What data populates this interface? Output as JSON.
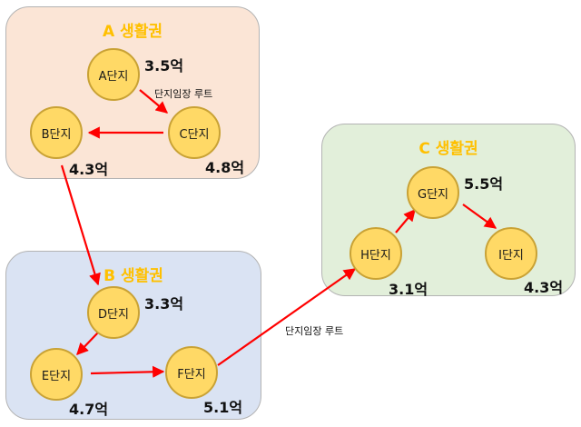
{
  "zones": {
    "a": {
      "title": "A 생활권"
    },
    "b": {
      "title": "B 생활권"
    },
    "c": {
      "title": "C 생활권"
    }
  },
  "nodes": {
    "a": {
      "label": "A단지",
      "value": "3.5억"
    },
    "b": {
      "label": "B단지",
      "value": "4.3억"
    },
    "c": {
      "label": "C단지",
      "value": "4.8억"
    },
    "d": {
      "label": "D단지",
      "value": "3.3억"
    },
    "e": {
      "label": "E단지",
      "value": "4.7억"
    },
    "f": {
      "label": "F단지",
      "value": "5.1억"
    },
    "g": {
      "label": "G단지",
      "value": "5.5억"
    },
    "h": {
      "label": "H단지",
      "value": "3.1억"
    },
    "i": {
      "label": "I단지",
      "value": "4.3억"
    }
  },
  "routes": {
    "top_label": "단지임장 루트",
    "middle_label": "단지임장 루트"
  },
  "colors": {
    "arrow": "#ff0000",
    "zone_title": "#ffc000",
    "node_fill": "#ffd966",
    "zone_a": "#fbe5d6",
    "zone_b": "#dae3f3",
    "zone_c": "#e2efda"
  }
}
